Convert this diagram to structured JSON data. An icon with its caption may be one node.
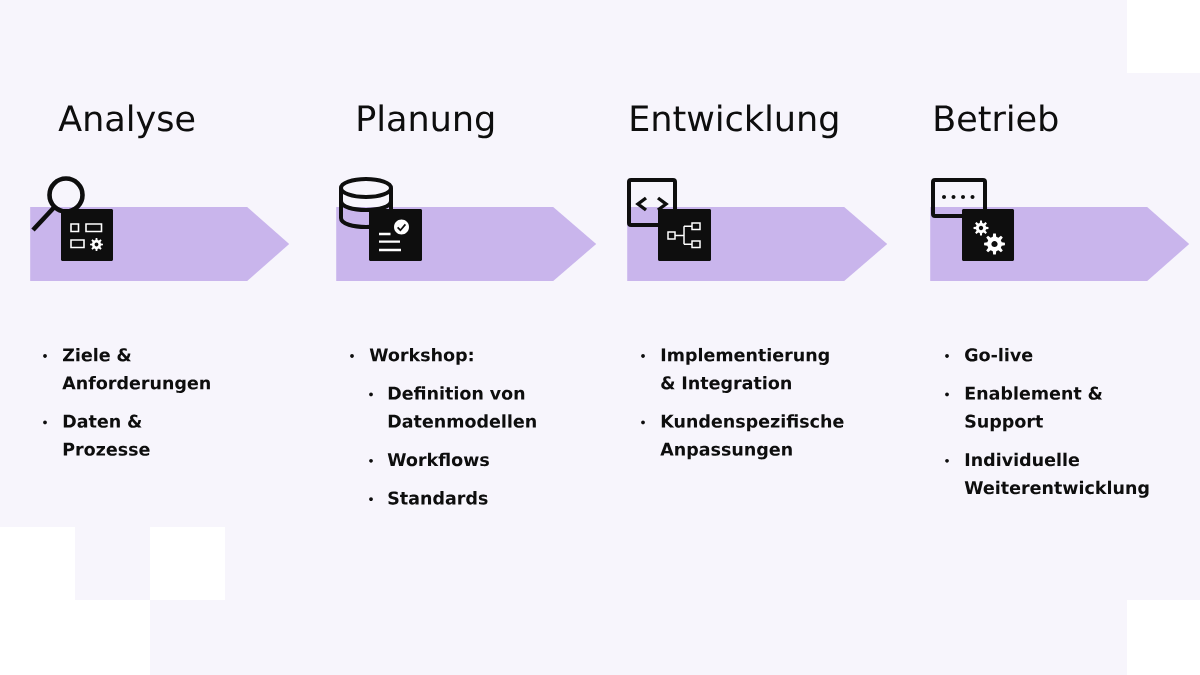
{
  "diagram": {
    "nodes": [
      {
        "text": [
          "Analyse"
        ],
        "beside": [
          "Ziele & Anforderungen",
          "Daten & Prozesse"
        ]
      },
      {
        "text": [
          "Planung"
        ],
        "beside": [
          "Workshop:",
          "Definition von Datenmodellen",
          "Workflows",
          "Standards"
        ]
      },
      {
        "text": [
          "Entwicklung"
        ],
        "beside": [
          "Implementierung & Integration",
          "Kundenspezifische Anpassungen"
        ]
      },
      {
        "text": [
          "Betrieb"
        ],
        "beside": [
          "Go-live",
          "Enablement & Support",
          "Individuelle Weiterentwicklung"
        ]
      }
    ]
  }
}
